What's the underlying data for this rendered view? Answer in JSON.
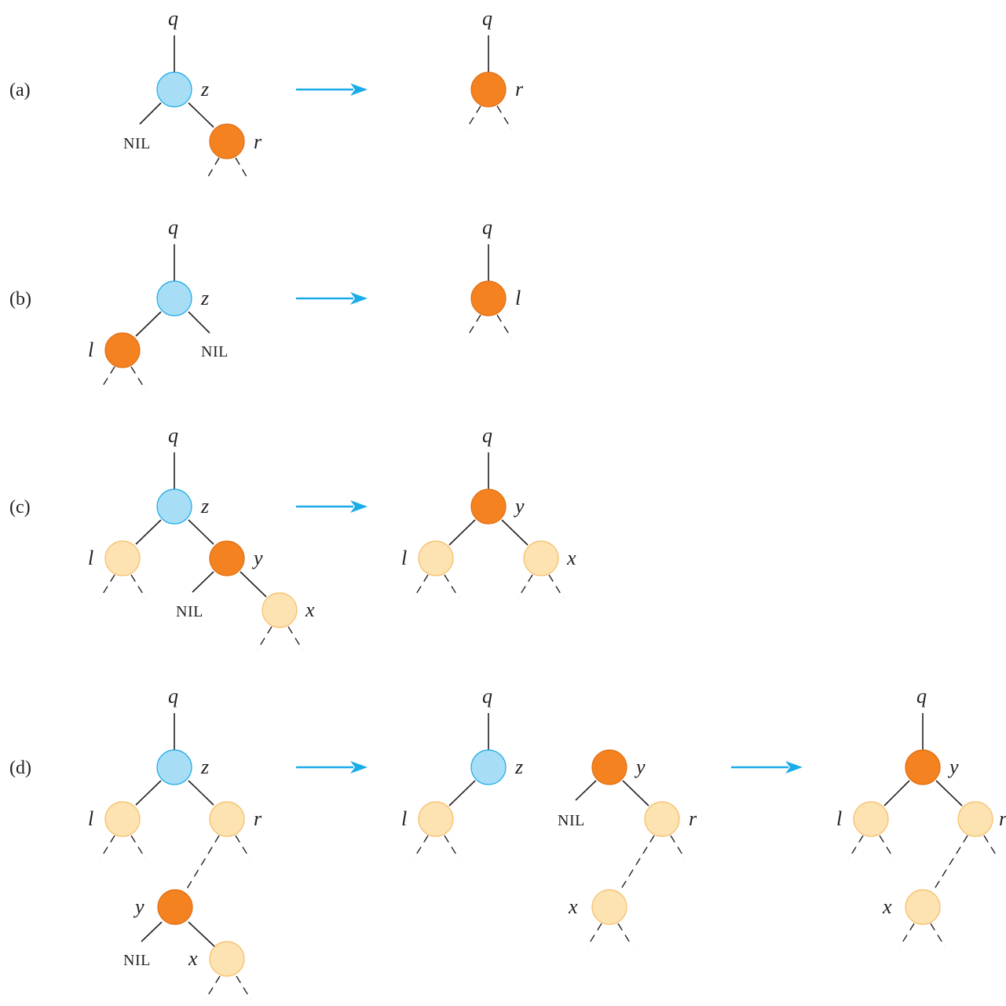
{
  "colors": {
    "deleted_node": "#a8ddf6",
    "deleted_stroke": "#1aace8",
    "moved_node": "#f58220",
    "moved_stroke": "#e06f12",
    "subtree_node": "#fde2b2",
    "subtree_stroke": "#f6bf6a",
    "arrow": "#1aace8",
    "ink": "#231f20"
  },
  "labels": {
    "nil": "NIL",
    "q": "q",
    "z": "z",
    "r": "r",
    "l": "l",
    "y": "y",
    "x": "x"
  },
  "cases": [
    {
      "id": "a",
      "caption": "(a)"
    },
    {
      "id": "b",
      "caption": "(b)"
    },
    {
      "id": "c",
      "caption": "(c)"
    },
    {
      "id": "d",
      "caption": "(d)"
    }
  ]
}
